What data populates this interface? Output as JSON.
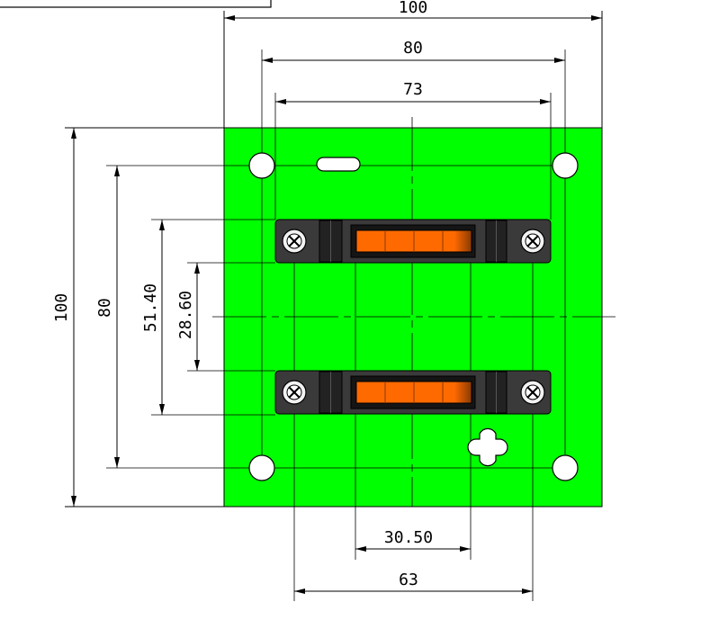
{
  "colors": {
    "board": "#00ff00",
    "connector_body": "#3a3a3a",
    "connector_orange": "#ff6a00",
    "line": "#000000"
  },
  "dimensions": {
    "board_width": "100",
    "hole_spacing_x": "80",
    "connector_span": "73",
    "board_height": "100",
    "hole_spacing_y": "80",
    "connector_outer_y": "51.40",
    "connector_inner_y": "28.60",
    "orange_width": "30.50",
    "screw_spacing": "63"
  },
  "icons": {
    "mounting_hole": "circle-hole-icon",
    "screw": "phillips-screw-icon",
    "keyhole": "cross-keyhole-icon",
    "slot": "oblong-slot-icon"
  }
}
